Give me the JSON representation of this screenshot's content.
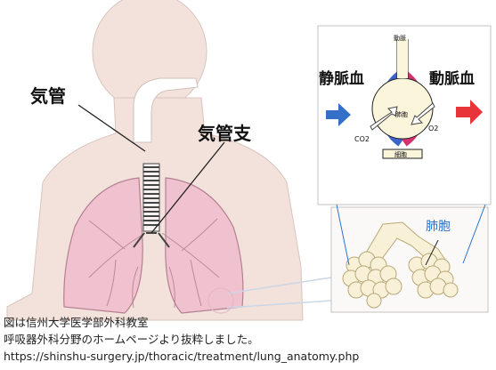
{
  "labels": {
    "trachea": "気管",
    "bronchus": "気管支",
    "venous_blood": "静脈血",
    "arterial_blood": "動脈血",
    "alveolus": "肺胞",
    "inset_top": "動脈",
    "inset_center": "肺胞",
    "inset_bottom": "細胞",
    "co2": "CO2",
    "o2": "O2"
  },
  "caption": {
    "line1": "図は信州大学医学部外科教室",
    "line2": "呼吸器外科分野のホームページより抜粋しました。",
    "line3": "https://shinshu-surgery.jp/thoracic/treatment/lung_anatomy.php"
  },
  "colors": {
    "skin": "#f3e2dc",
    "lung": "#f0c2d0",
    "lung_stroke": "#b57f90",
    "venous": "#3d62c8",
    "arterial": "#d6316f",
    "arrow_in": "#3470c8",
    "arrow_out": "#e8353a",
    "accent_text": "#2a73c9"
  }
}
